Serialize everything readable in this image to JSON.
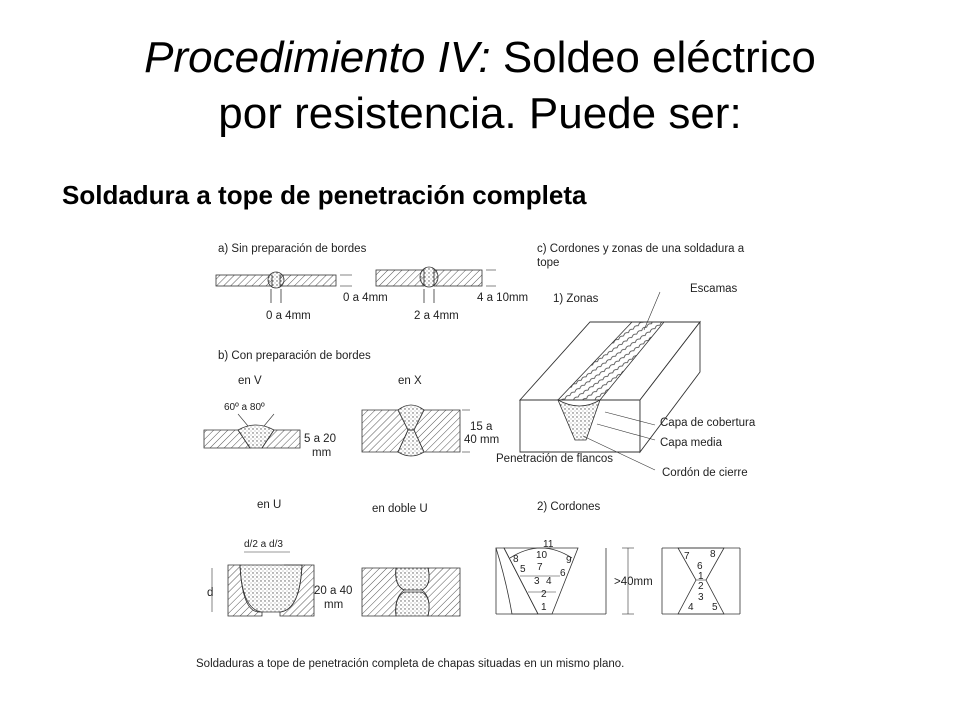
{
  "slide": {
    "title_italic": "Procedimiento IV:",
    "title_rest_line1": " Soldeo eléctrico",
    "title_line2": "por resistencia. Puede ser:",
    "subtitle": "Soldadura a tope de penetración completa"
  },
  "figure": {
    "a_heading": "a) Sin preparación de bordes",
    "a_dim1": "0 a 4mm",
    "a_dim2": "0 a 4mm",
    "a_dim3": "2 a 4mm",
    "a_dim4": "4 a 10mm",
    "b_heading": "b) Con preparación de bordes",
    "b_enV": "en V",
    "b_enX": "en X",
    "b_angle": "60º a 80º",
    "b_v_dim1": "5 a 20",
    "b_v_dim2": "mm",
    "b_x_dim1": "15 a",
    "b_x_dim2": "40 mm",
    "b_enU": "en U",
    "b_endobleU": "en doble U",
    "b_u_top": "d/2 a d/3",
    "b_u_d": "d",
    "b_u_dim1": "20 a 40",
    "b_u_dim2": "mm",
    "c_heading1": "c) Cordones y zonas de una soldadura a",
    "c_heading2": "tope",
    "c_zonas": "1) Zonas",
    "c_escamas": "Escamas",
    "c_cobertura": "Capa de cobertura",
    "c_media": "Capa media",
    "c_penetracion": "Penetración de flancos",
    "c_cierre": "Cordón de cierre",
    "c_cordones": "2) Cordones",
    "c_40mm": ">40mm",
    "c_left_nums": [
      "11",
      "10",
      "8",
      "9",
      "5",
      "7",
      "6",
      "3",
      "4",
      "2",
      "1"
    ],
    "c_right_nums": [
      "7",
      "8",
      "6",
      "1",
      "2",
      "3",
      "4",
      "5"
    ],
    "caption": "Soldaduras a tope de penetración completa de chapas situadas en un mismo plano."
  }
}
